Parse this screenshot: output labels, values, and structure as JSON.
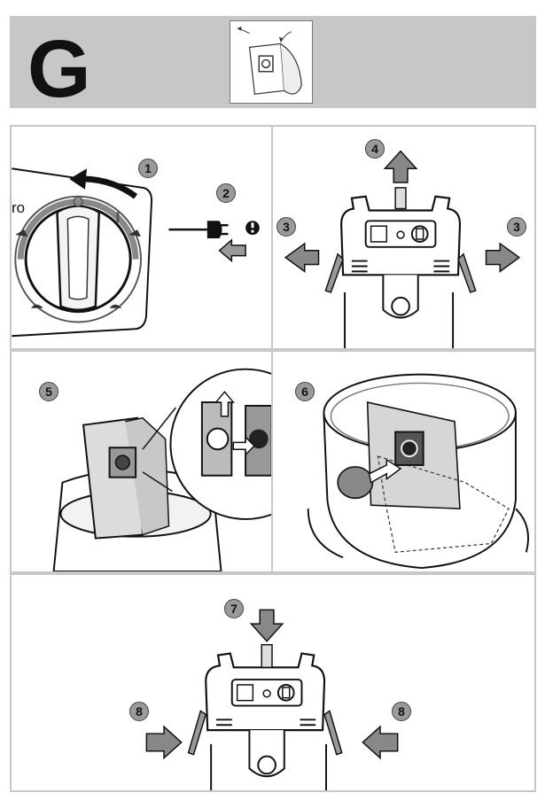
{
  "header": {
    "section_letter": "G"
  },
  "steps": {
    "s1": "1",
    "s2": "2",
    "s3_left": "3",
    "s3_right": "3",
    "s4": "4",
    "s5": "5",
    "s6": "6",
    "s7": "7",
    "s8_left": "8",
    "s8_right": "8"
  },
  "dial": {
    "label_fragment": "ro"
  },
  "icons": {
    "header_thumbnail": "filter-bag-removal-icon",
    "plug": "power-plug-icon",
    "warning": "exclamation-icon",
    "arrows": "direction-arrow-icon"
  }
}
